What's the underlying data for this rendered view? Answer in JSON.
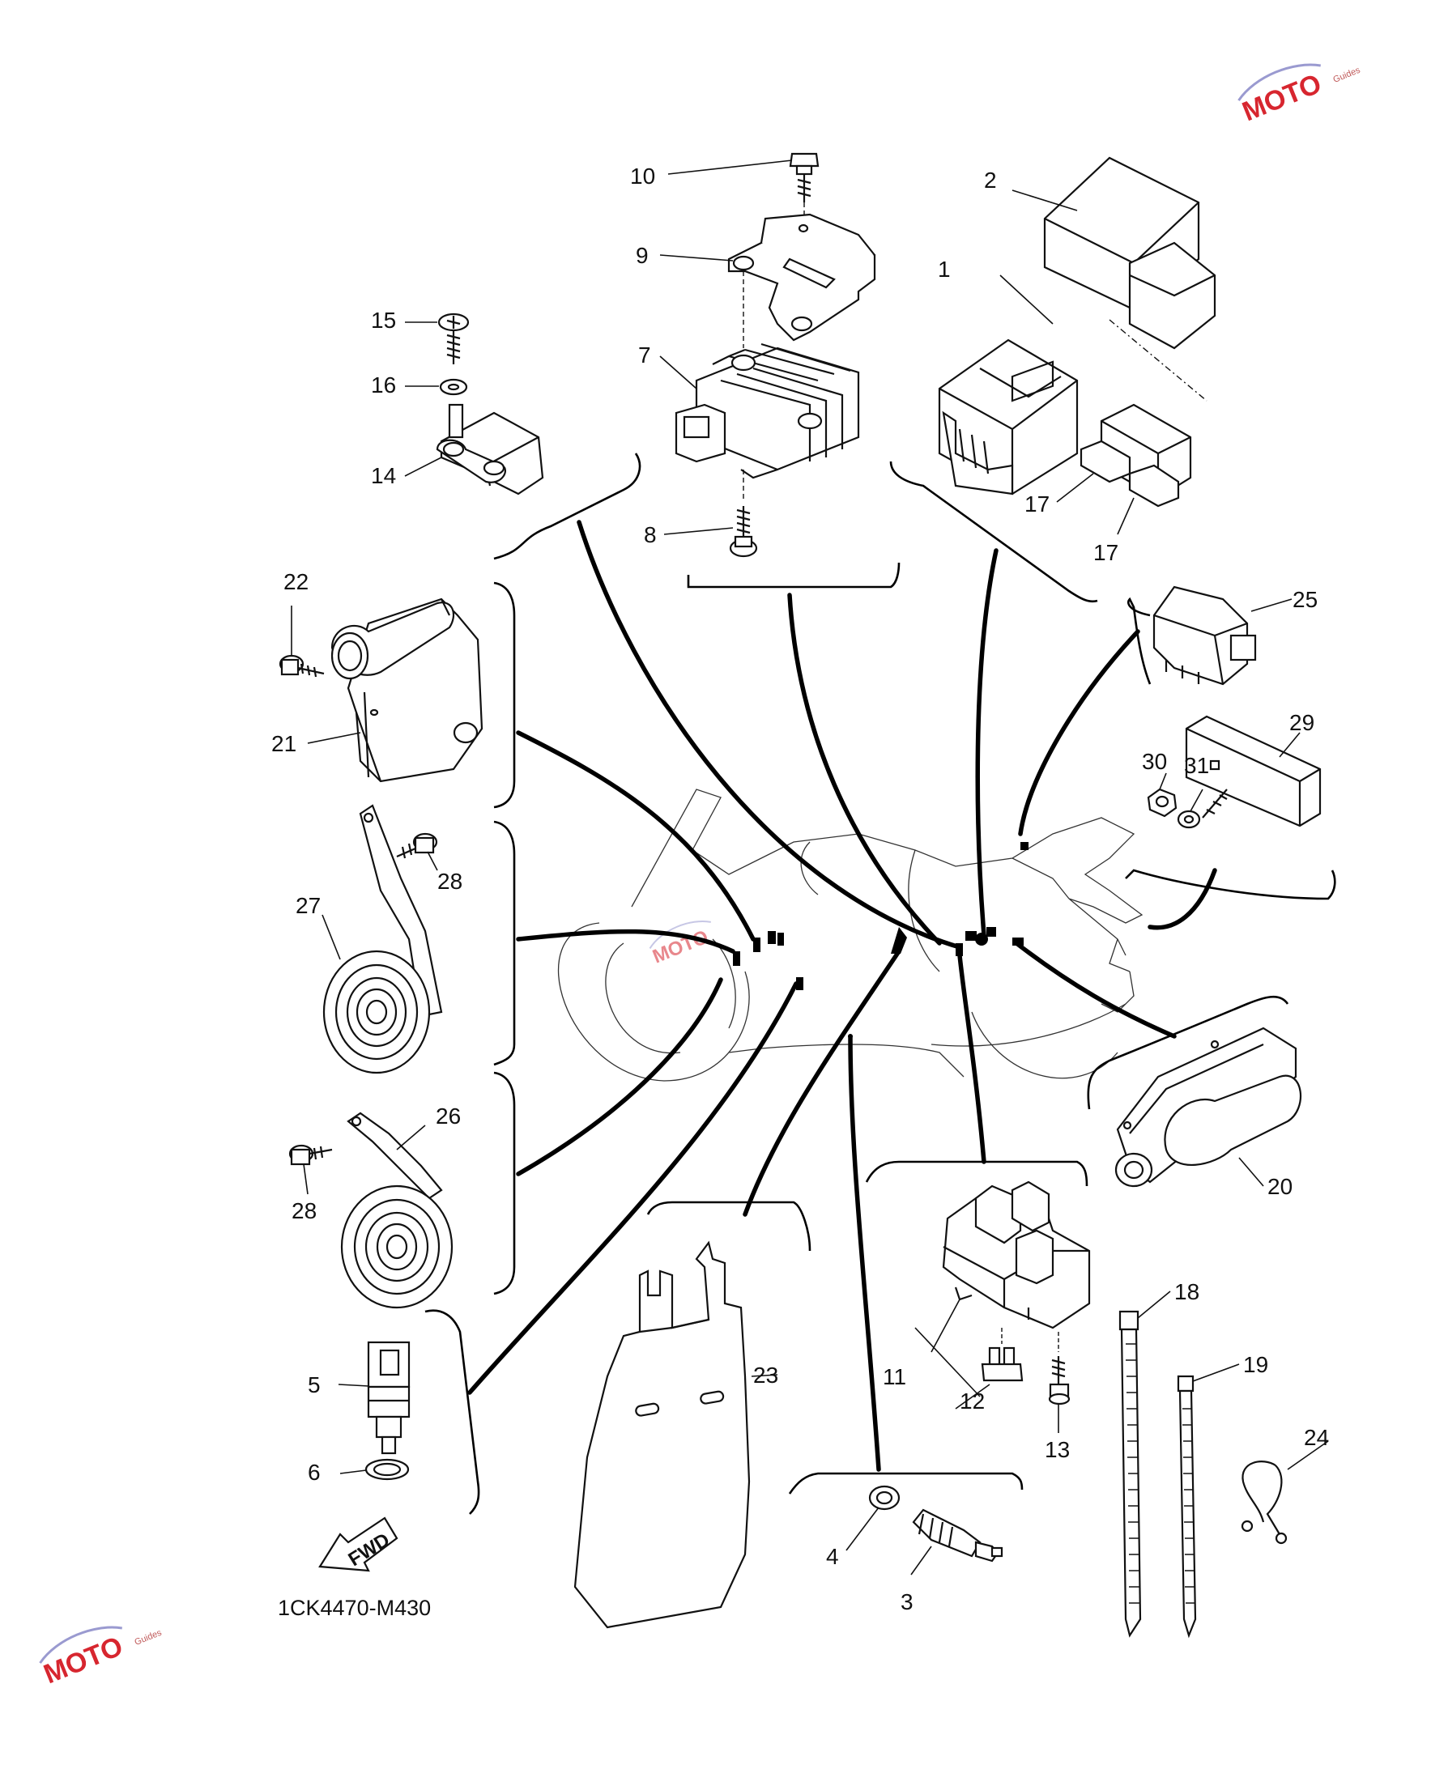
{
  "diagram": {
    "part_number": "1CK4470-M430",
    "fwd_label": "FWD",
    "callouts": {
      "c1": "1",
      "c2": "2",
      "c3": "3",
      "c4": "4",
      "c5": "5",
      "c6": "6",
      "c7": "7",
      "c8": "8",
      "c9": "9",
      "c10": "10",
      "c11": "11",
      "c12": "12",
      "c13": "13",
      "c14": "14",
      "c15": "15",
      "c16": "16",
      "c17a": "17",
      "c17b": "17",
      "c18": "18",
      "c19": "19",
      "c20": "20",
      "c21": "21",
      "c22": "22",
      "c23": "23",
      "c24": "24",
      "c25": "25",
      "c26": "26",
      "c27": "27",
      "c28a": "28",
      "c28b": "28",
      "c29": "29",
      "c30": "30",
      "c31": "31"
    }
  },
  "watermark": {
    "brand": "MOTO",
    "tagline": "Guides",
    "color": "#d7262f"
  }
}
